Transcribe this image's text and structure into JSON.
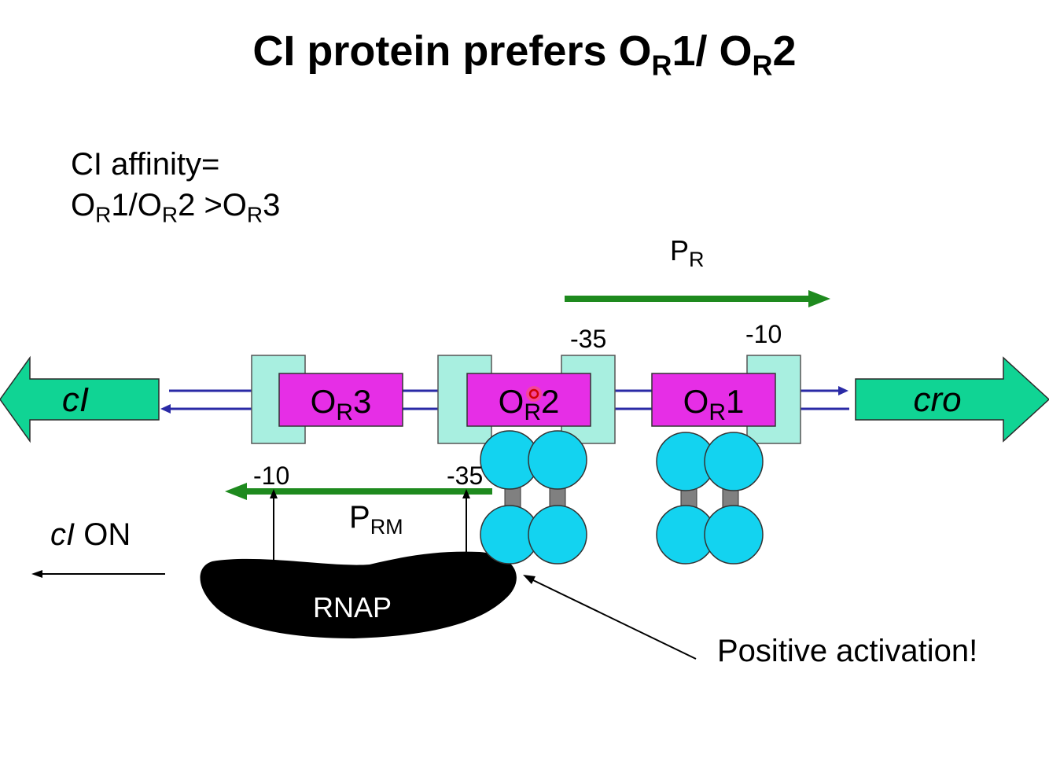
{
  "title": {
    "main": "CI protein prefers O",
    "s1": "R",
    "mid": "1/ O",
    "s2": "R",
    "end": "2"
  },
  "affinity": {
    "line1": "CI affinity=",
    "a": "O",
    "as": "R",
    "b": "1/O",
    "bs": "R",
    "c": "2 >O",
    "cs": "R",
    "d": "3"
  },
  "promoters": {
    "pr": {
      "main": "P",
      "sub": "R"
    },
    "prm": {
      "main": "P",
      "sub": "RM"
    }
  },
  "boxes": {
    "pr_minus35": "-35",
    "pr_minus10": "-10",
    "prm_minus10": "-10",
    "prm_minus35": "-35"
  },
  "operators": [
    {
      "o": "O",
      "s": "R",
      "n": "3"
    },
    {
      "o": "O",
      "s": "R",
      "n": "2"
    },
    {
      "o": "O",
      "s": "R",
      "n": "1"
    }
  ],
  "genes": {
    "left": "cI",
    "right": "cro"
  },
  "status": {
    "gene": "cI",
    "state": " ON"
  },
  "rnap": "RNAP",
  "annotation": "Positive activation!",
  "colors": {
    "operator": "#e62ee6",
    "box": "#a8efe0",
    "gene_arrow": "#10d494",
    "dna": "#2a2aa6",
    "promoter_arrow": "#1e8a1e",
    "repressor": "#13d3f0",
    "linker": "#808080",
    "rnap": "#000000"
  }
}
